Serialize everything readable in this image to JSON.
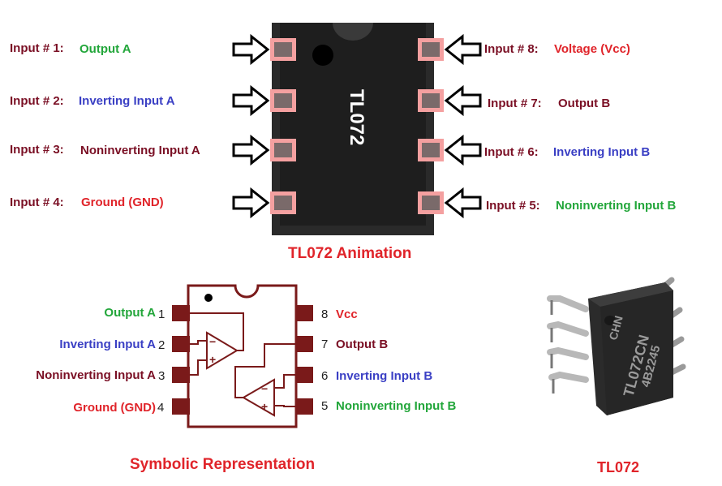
{
  "top": {
    "chip_label": "TL072",
    "caption": "TL072 Animation",
    "left_pins": [
      {
        "prefix": "Input # 1:",
        "name": "Output A",
        "color": "#22a63a"
      },
      {
        "prefix": "Input # 2:",
        "name": "Inverting Input A",
        "color": "#3a3fc4"
      },
      {
        "prefix": "Input # 3:",
        "name": "Noninverting Input A",
        "color": "#7a0f24"
      },
      {
        "prefix": "Input # 4:",
        "name": "Ground (GND)",
        "color": "#e0242a"
      }
    ],
    "right_pins": [
      {
        "prefix": "Input # 8:",
        "name": "Voltage (Vcc)",
        "color": "#e0242a"
      },
      {
        "prefix": "Input # 7:",
        "name": "Output B",
        "color": "#7a0f24"
      },
      {
        "prefix": "Input # 6:",
        "name": "Inverting Input B",
        "color": "#3a3fc4"
      },
      {
        "prefix": "Input # 5:",
        "name": "Noninverting Input B",
        "color": "#22a63a"
      }
    ]
  },
  "symbol": {
    "caption": "Symbolic Representation",
    "left_pins": [
      {
        "name": "Output A",
        "num": "1",
        "color": "#22a63a"
      },
      {
        "name": "Inverting Input A",
        "num": "2",
        "color": "#3a3fc4"
      },
      {
        "name": "Noninverting Input A",
        "num": "3",
        "color": "#7a0f24"
      },
      {
        "name": "Ground (GND)",
        "num": "4",
        "color": "#e0242a"
      }
    ],
    "right_pins": [
      {
        "num": "8",
        "name": "Vcc",
        "color": "#e0242a"
      },
      {
        "num": "7",
        "name": "Output B",
        "color": "#7a0f24"
      },
      {
        "num": "6",
        "name": "Inverting Input B",
        "color": "#3a3fc4"
      },
      {
        "num": "5",
        "name": "Noninverting Input B",
        "color": "#22a63a"
      }
    ],
    "minus": "−",
    "plus": "+"
  },
  "photo": {
    "caption": "TL072",
    "marking_line1": "TL072CN",
    "marking_line2": "4B2245",
    "marking_origin": "CHN"
  }
}
